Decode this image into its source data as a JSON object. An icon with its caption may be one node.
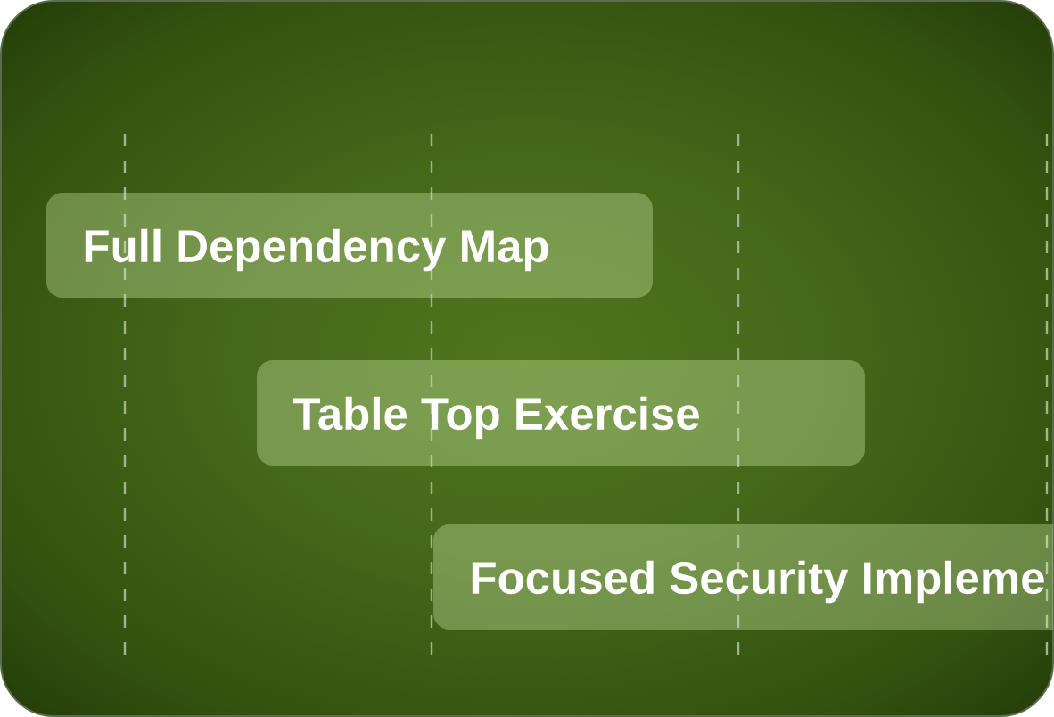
{
  "diagram": {
    "nodes": [
      {
        "text": [
          "Full Dependency Map"
        ]
      },
      {
        "text": [
          "Table Top Exercise"
        ]
      },
      {
        "text": [
          "Focused Security Impleme"
        ]
      }
    ]
  }
}
